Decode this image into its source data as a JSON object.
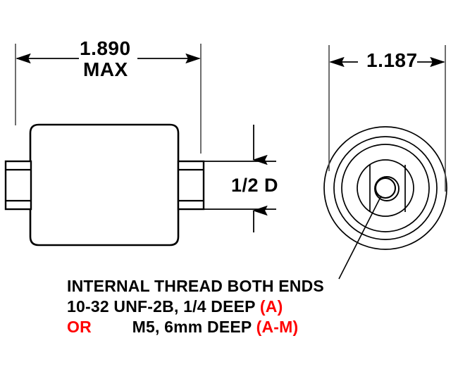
{
  "drawing": {
    "type": "engineering-part-drawing",
    "title_visible": false,
    "units": "inches (with metric alternative)",
    "views": [
      {
        "name": "side-view",
        "description": "rounded rectangular body with threaded boss at each end"
      },
      {
        "name": "end-view",
        "description": "concentric circles with hex socket and center hole"
      }
    ]
  },
  "dimensions": {
    "length": {
      "value": "1.890",
      "qualifier": "MAX",
      "orientation": "horizontal",
      "applies_to": "side-view overall length"
    },
    "diameter": {
      "value": "1.187",
      "orientation": "horizontal",
      "applies_to": "end-view outer diameter"
    },
    "boss": {
      "value": "1/2 D",
      "orientation": "vertical",
      "applies_to": "boss diameter on side-view"
    }
  },
  "notes": {
    "line1": "INTERNAL THREAD BOTH ENDS",
    "line2_main": "10-32 UNF-2B, 1/4 DEEP",
    "line2_code": "(A)",
    "line3_or": "OR",
    "line3_main": "M5, 6mm DEEP",
    "line3_code": "(A-M)",
    "leader_target": "center thread hole in end view"
  },
  "colors": {
    "line": "#000000",
    "text": "#000000",
    "highlight": "#ff0000",
    "background": "#ffffff",
    "thin_line": "#4a4a4a"
  }
}
